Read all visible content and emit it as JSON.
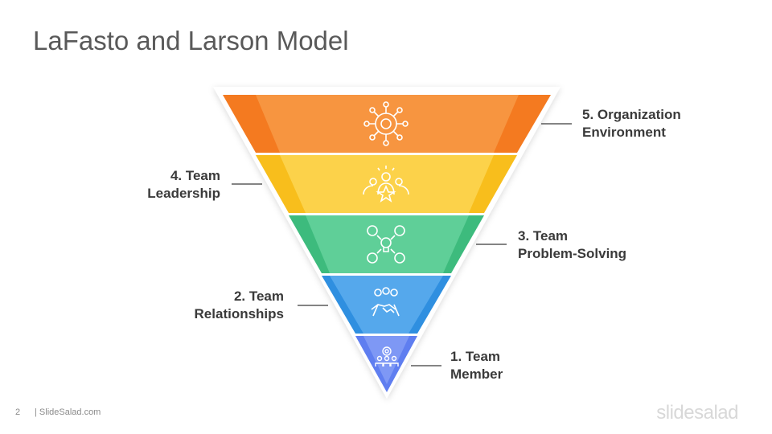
{
  "title": "LaFasto and Larson Model",
  "levels": [
    {
      "line1": "5. Organization",
      "line2": "Environment",
      "color": "#f47a20",
      "icon": "network-gear-icon"
    },
    {
      "line1": "4. Team",
      "line2": "Leadership",
      "color": "#fbcb2e",
      "icon": "leader-star-icon"
    },
    {
      "line1": "3. Team",
      "line2": "Problem-Solving",
      "color": "#4cc38a",
      "icon": "team-idea-icon"
    },
    {
      "line1": "2. Team",
      "line2": "Relationships",
      "color": "#3f9ae6",
      "icon": "handshake-icon"
    },
    {
      "line1": "1. Team",
      "line2": "Member",
      "color": "#6b86f0",
      "icon": "team-gear-icon"
    }
  ],
  "footer": {
    "page": "2",
    "site": "| SlideSalad.com"
  },
  "brand": "slidesalad"
}
